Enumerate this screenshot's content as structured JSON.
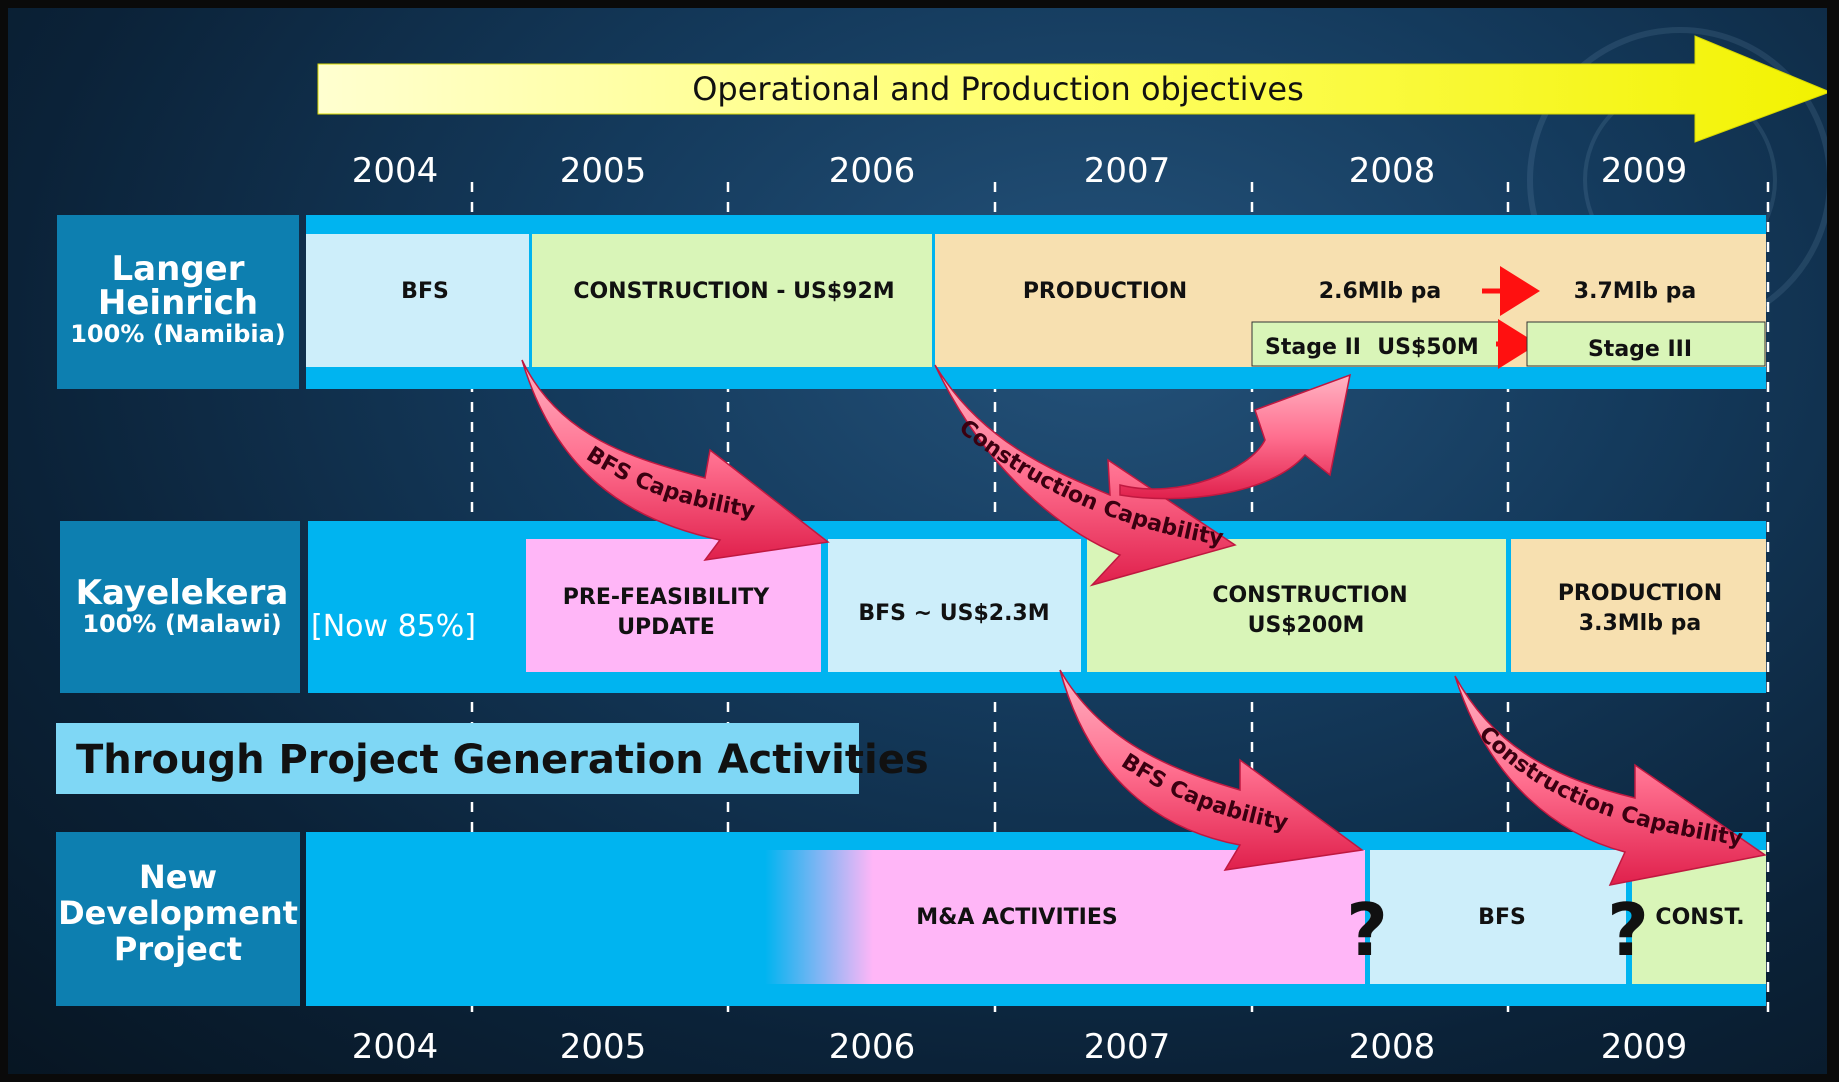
{
  "title": "Operational and Production objectives",
  "years_top": [
    "2004",
    "2005",
    "2006",
    "2007",
    "2008",
    "2009"
  ],
  "years_bottom": [
    "2004",
    "2005",
    "2006",
    "2007",
    "2008",
    "2009"
  ],
  "rows": {
    "langer": {
      "name_line1": "Langer",
      "name_line2": "Heinrich",
      "ownership": "100% (Namibia)",
      "segments": {
        "bfs": "BFS",
        "construction": "CONSTRUCTION  - US$92M",
        "production": "PRODUCTION",
        "rate1": "2.6Mlb pa",
        "rate2": "3.7Mlb pa",
        "stage2_a": "Stage II",
        "stage2_b": "US$50M",
        "stage3": "Stage III"
      }
    },
    "kayelekera": {
      "name": "Kayelekera",
      "ownership": "100% (Malawi)",
      "now_note": "[Now 85%]",
      "segments": {
        "prefeas_1": "PRE-FEASIBILITY",
        "prefeas_2": "UPDATE",
        "bfs": "BFS ~ US$2.3M",
        "construction_1": "CONSTRUCTION",
        "construction_2": "US$200M",
        "production_1": "PRODUCTION",
        "production_2": "3.3Mlb pa"
      }
    },
    "newdev": {
      "name_line1": "New",
      "name_line2": "Development",
      "name_line3": "Project",
      "segments": {
        "ma": "M&A ACTIVITIES",
        "bfs": "BFS",
        "const": "CONST.",
        "q1": "?",
        "q2": "?"
      }
    }
  },
  "section_label": "Through Project Generation Activities",
  "capability_arrows": {
    "bfs_1": "BFS Capability",
    "construction_1": "Construction Capability",
    "bfs_2": "BFS Capability",
    "construction_2": "Construction Capability"
  },
  "colors": {
    "row_bar": "#00b4f0",
    "label_box": "#0d7fb0",
    "bfs": "#cdeefa",
    "construction": "#d9f5b8",
    "production": "#f7e0b0",
    "prefeas": "#ffb6f7",
    "title_arrow": "#ffff33",
    "cap_arrow": "#ff7a96"
  }
}
